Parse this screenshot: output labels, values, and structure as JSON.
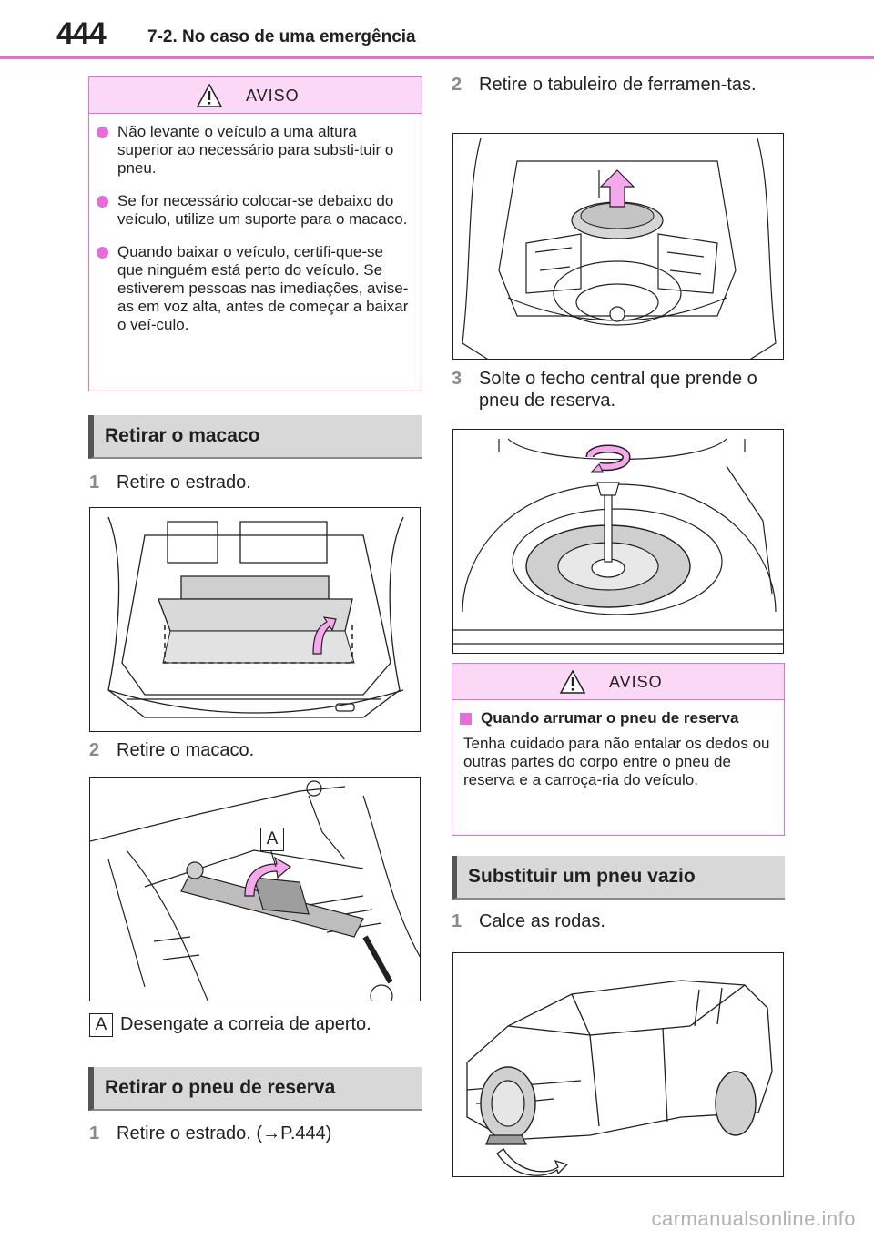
{
  "header": {
    "page_number": "444",
    "section": "7-2. No caso de uma emergência"
  },
  "warning1": {
    "title": "AVISO",
    "items": [
      "Não levante o veículo a uma altura superior ao necessário para substi-tuir o pneu.",
      "Se for necessário colocar-se debaixo do veículo, utilize um suporte para o macaco.",
      "Quando baixar o veículo, certifi-que-se que ninguém está perto do veículo. Se estiverem pessoas nas imediações, avise-as em voz alta, antes de começar a baixar o veí-culo."
    ]
  },
  "section_jack": {
    "title": "Retirar o macaco",
    "step1": {
      "num": "1",
      "text": "Retire o estrado."
    },
    "step2": {
      "num": "2",
      "text": "Retire o macaco."
    },
    "fig2_label": "A",
    "note_label": "A",
    "note_text": "Desengate a correia de aperto."
  },
  "section_spare": {
    "title": "Retirar o pneu de reserva",
    "step1": {
      "num": "1",
      "text": "Retire o estrado. (→P.444)"
    },
    "step2": {
      "num": "2",
      "text": "Retire o tabuleiro de ferramen-tas."
    },
    "step3": {
      "num": "3",
      "text": "Solte o fecho central que prende o pneu de reserva."
    }
  },
  "warning2": {
    "title": "AVISO",
    "subhead": "Quando arrumar o pneu de reserva",
    "text": "Tenha cuidado para não entalar os dedos ou outras partes do corpo entre o pneu de reserva e a carroça-ria do veículo."
  },
  "section_replace": {
    "title": "Substituir um pneu vazio",
    "step1": {
      "num": "1",
      "text": "Calce as rodas."
    }
  },
  "watermark": "carmanualsonline.info",
  "colors": {
    "accent": "#e36fd7",
    "accent_light": "#fbd8f6",
    "section_bg": "#d8d8d8",
    "step_num": "#8a8a8a"
  }
}
